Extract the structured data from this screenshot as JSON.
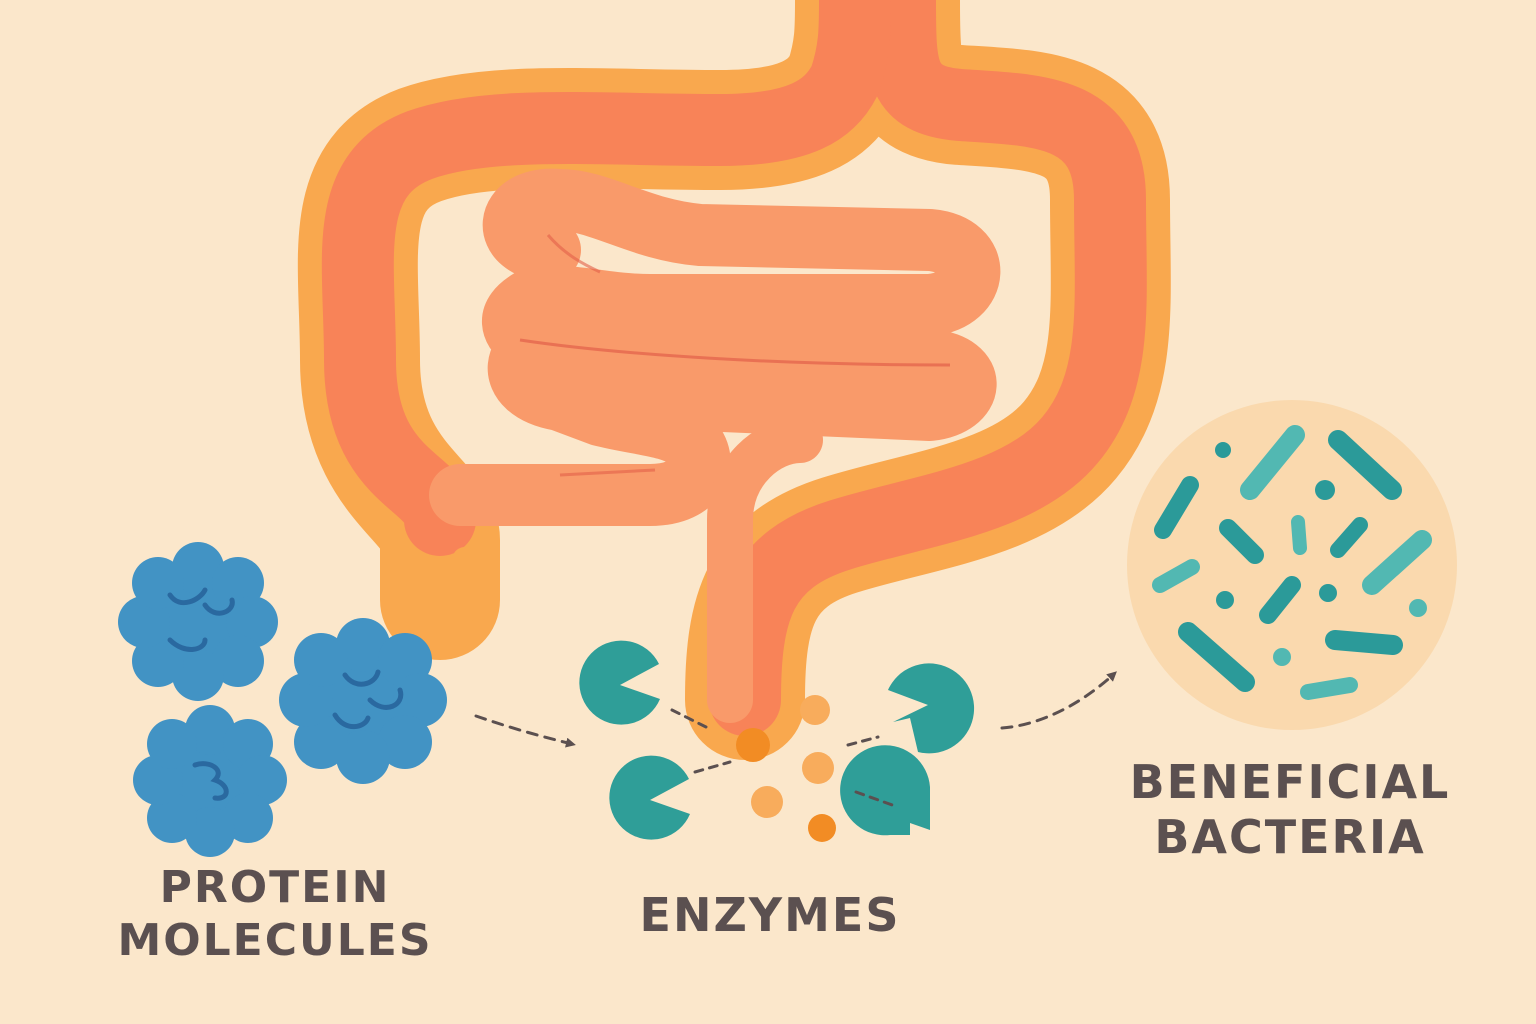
{
  "labels": {
    "protein": [
      "PROTEIN",
      "MOLECULES"
    ],
    "enzymes": "ENZYMES",
    "bacteria": [
      "BENEFICIAL",
      "BACTERIA"
    ]
  },
  "colors": {
    "background": "#fbe7cb",
    "large_intestine_outer": "#f9a84e",
    "large_intestine_inner": "#f88358",
    "small_intestine": "#f99a6a",
    "protein": "#4293c4",
    "enzyme": "#2f9e98",
    "nutrient": "#f29a3c",
    "bacteria": "#2b9a99",
    "text": "#5b5050"
  }
}
